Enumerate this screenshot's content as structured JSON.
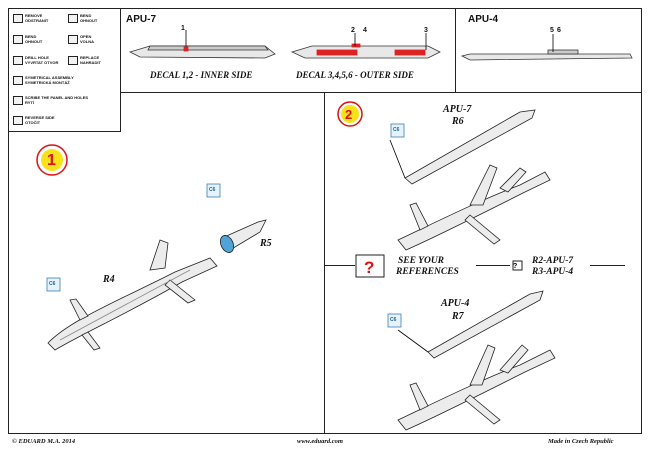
{
  "legend": [
    {
      "l1": "REMOVE",
      "l2": "ODSTRANIT",
      "icon": "remove-icon"
    },
    {
      "l1": "BEND",
      "l2": "OHNOUT",
      "icon": "bend-icon"
    },
    {
      "l1": "BEND",
      "l2": "OHNOUT",
      "icon": "bend-icon"
    },
    {
      "l1": "OPEN",
      "l2": "VOLNA",
      "icon": "open-icon"
    },
    {
      "l1": "DRILL HOLE",
      "l2": "VYVRTAT OTVOR",
      "icon": "drill-icon"
    },
    {
      "l1": "REPLACE",
      "l2": "NAHRADIT",
      "icon": "replace-icon"
    },
    {
      "l1": "SYMETRICAL ASSEMBLY",
      "l2": "SYMETRICKÁ MONTÁŽ",
      "icon": "symmetric-icon"
    },
    {
      "l1": "SCRIBE THE PANEL AND HOLES",
      "l2": "RYTÍ",
      "icon": "scribe-icon"
    },
    {
      "l1": "REVERSE SIDE",
      "l2": "OTOČIT",
      "icon": "reverse-icon"
    }
  ],
  "top": {
    "apu7": "APU-7",
    "apu4": "APU-4",
    "decal_inner": "DECAL 1,2 - INNER SIDE",
    "decal_outer": "DECAL 3,4,5,6 - OUTER SIDE",
    "n1": "1",
    "n2": "2",
    "n4": "4",
    "n3": "3",
    "n5": "5",
    "n6": "6"
  },
  "step1": {
    "num": "1",
    "r5": "R5",
    "r4": "R4",
    "c6": "C6"
  },
  "step2": {
    "num": "2",
    "apu7": "APU-7",
    "r6": "R6",
    "see1": "SEE YOUR",
    "see2": "REFERENCES",
    "ref1": "R2-APU-7",
    "ref2": "R3-APU-4",
    "apu4": "APU-4",
    "r7": "R7",
    "c6": "C6"
  },
  "footer": {
    "left": "© EDUARD M.A. 2014",
    "center": "www.eduard.com",
    "right": "Made in Czech Republic"
  }
}
